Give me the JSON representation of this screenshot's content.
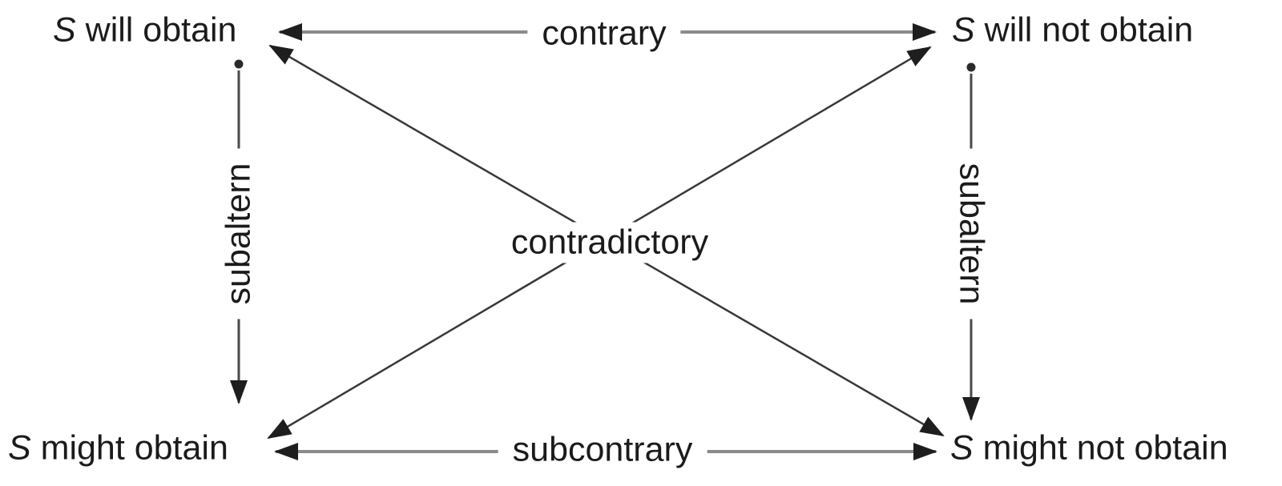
{
  "diagram": {
    "type": "square-of-opposition",
    "nodes": {
      "top_left": {
        "subject": "S",
        "rest": " will obtain"
      },
      "top_right": {
        "subject": "S",
        "rest": " will not obtain"
      },
      "bottom_left": {
        "subject": "S",
        "rest": " might obtain"
      },
      "bottom_right": {
        "subject": "S",
        "rest": " might not obtain"
      }
    },
    "relations": {
      "top_edge": "contrary",
      "bottom_edge": "subcontrary",
      "left_edge": "subaltern",
      "right_edge": "subaltern",
      "diagonals": "contradictory"
    },
    "colors": {
      "background": "#ffffff",
      "text": "#1b1b1b",
      "horizontal_line": "#8a8a8a",
      "vertical_line": "#4a4a4a",
      "diagonal_line": "#383838",
      "arrowhead": "#1e1e1e"
    }
  }
}
